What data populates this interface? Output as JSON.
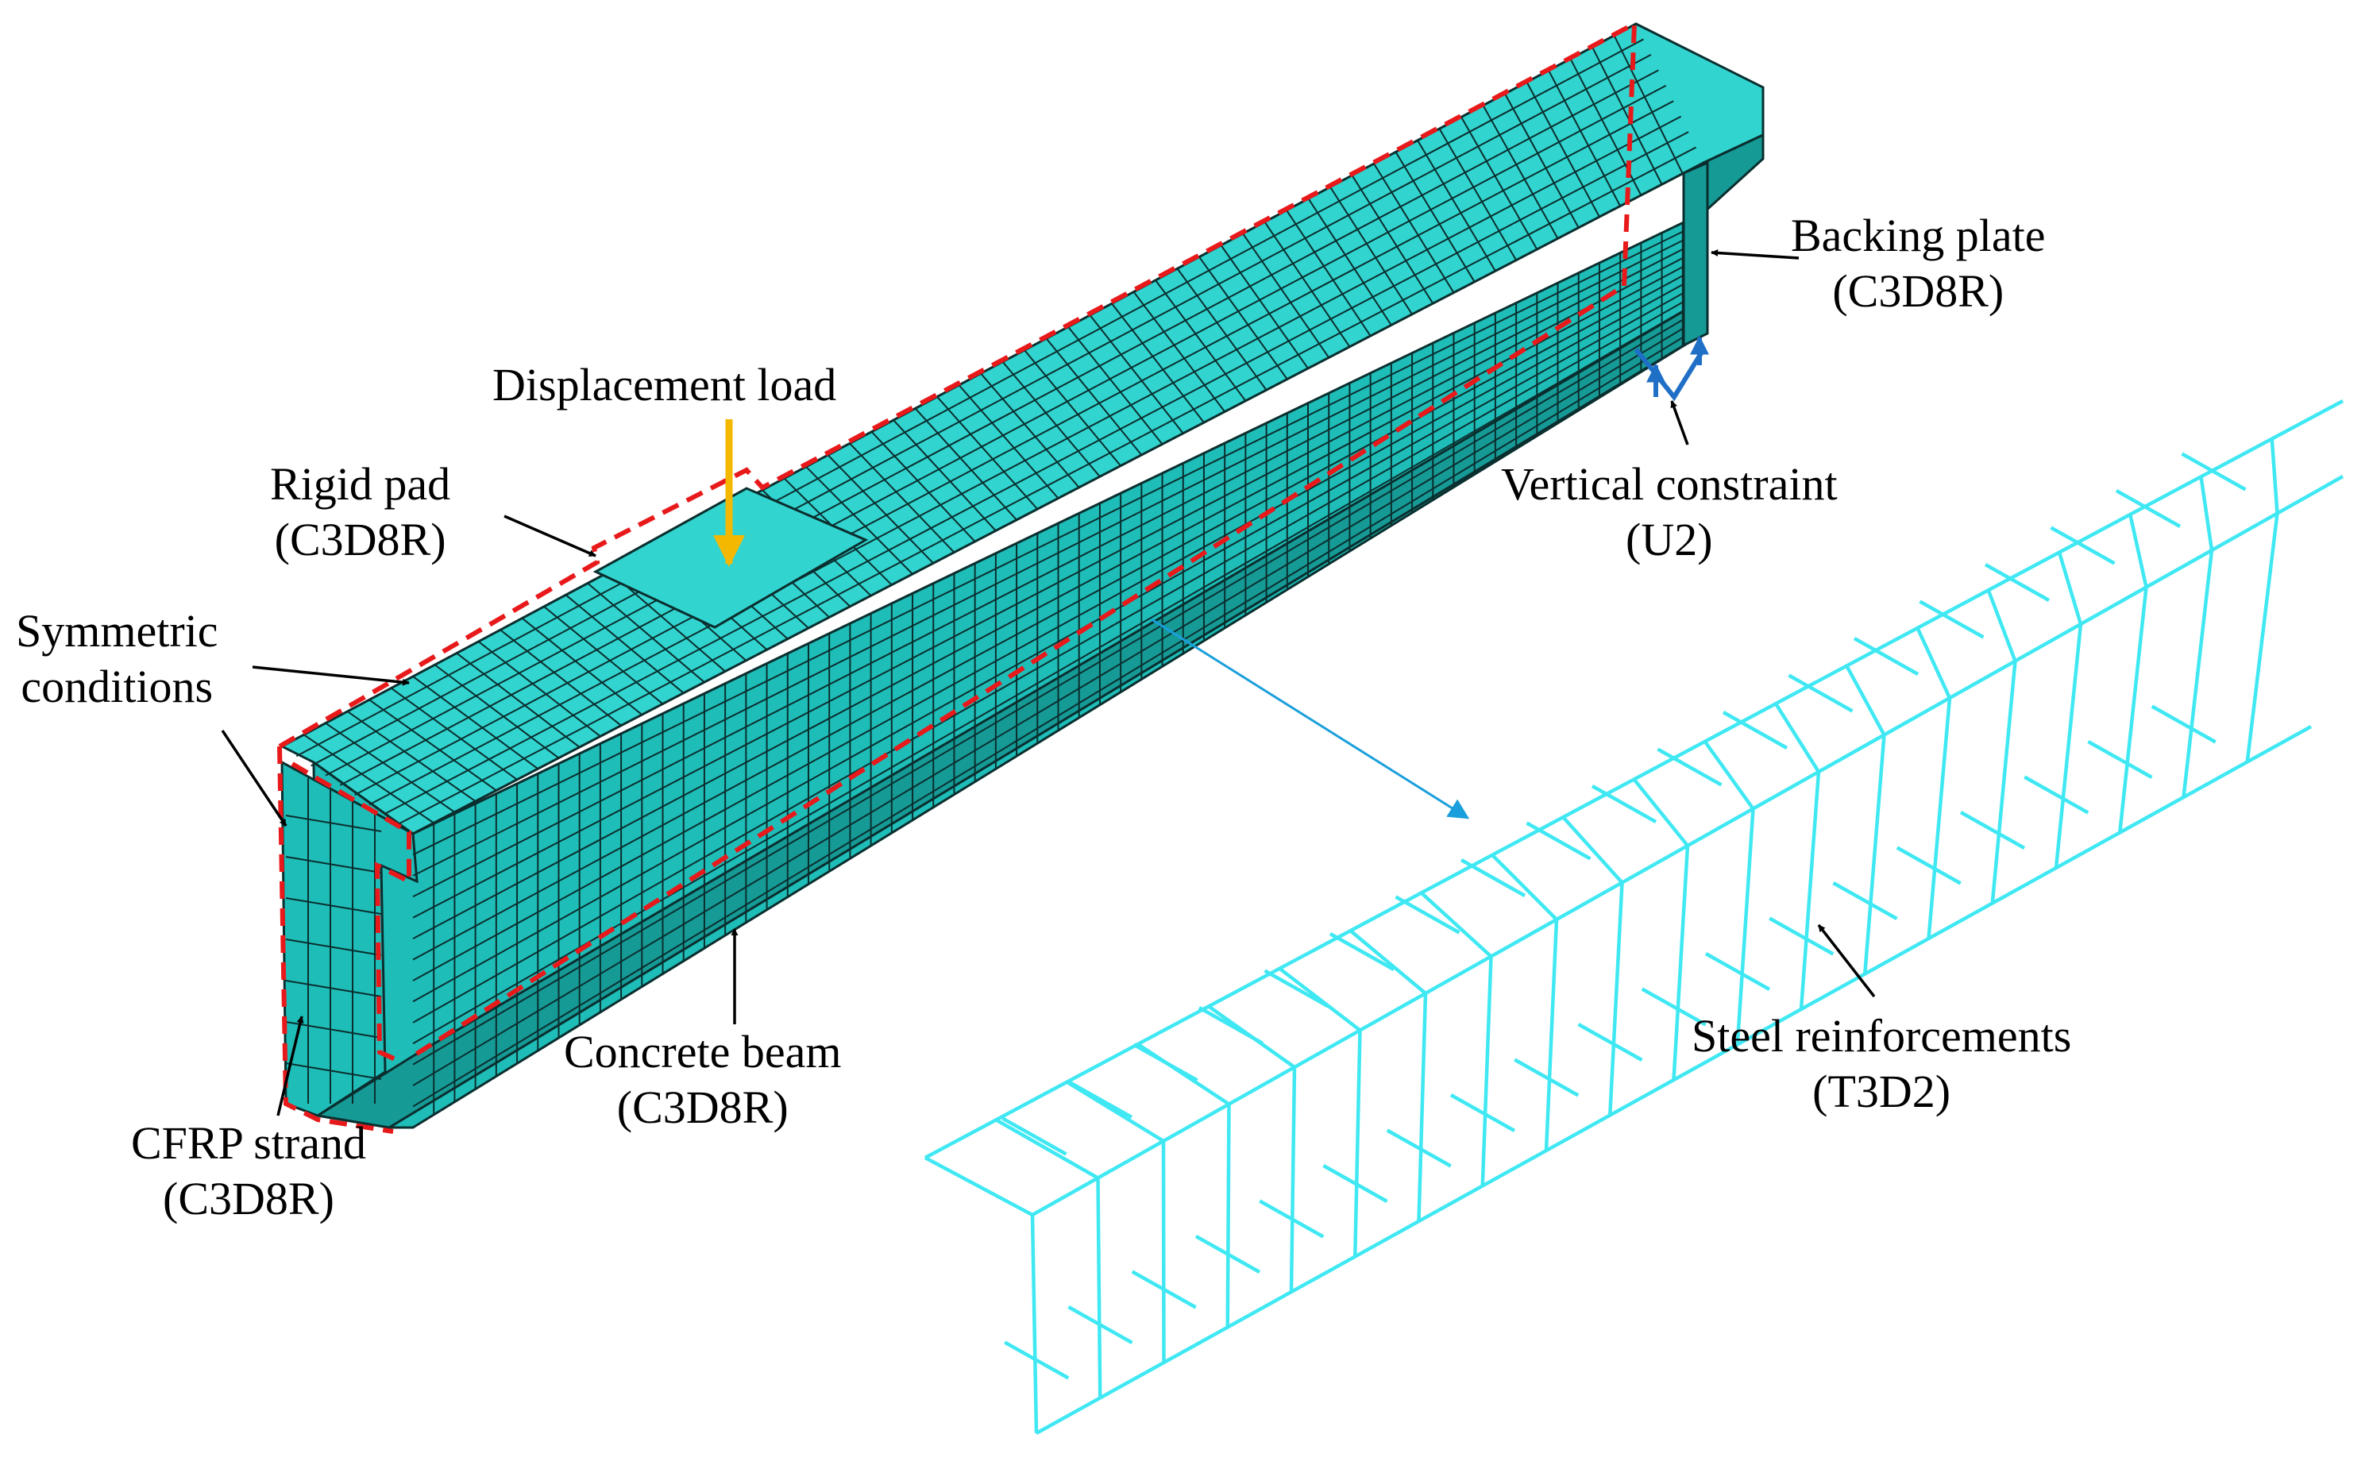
{
  "labels": {
    "displacement_load": "Displacement load",
    "rigid_pad": {
      "line1": "Rigid pad",
      "line2": "(C3D8R)"
    },
    "symmetric": {
      "line1": "Symmetric",
      "line2": "conditions"
    },
    "backing_plate": {
      "line1": "Backing plate",
      "line2": "(C3D8R)"
    },
    "vertical_constraint": {
      "line1": "Vertical constraint",
      "line2": "(U2)"
    },
    "concrete_beam": {
      "line1": "Concrete beam",
      "line2": "(C3D8R)"
    },
    "cfrp_strand": {
      "line1": "CFRP strand",
      "line2": "(C3D8R)"
    },
    "steel_reinforcements": {
      "line1": "Steel reinforcements",
      "line2": "(T3D2)"
    }
  },
  "colors": {
    "mesh_fill": "#1fbdb8",
    "mesh_top": "#32d4cf",
    "mesh_side": "#169a96",
    "mesh_line": "#0a2e2e",
    "dashed_boundary": "#e8191b",
    "load_arrow": "#f5b800",
    "constraint": "#1f6fc6",
    "rebar": "#3fe8f2",
    "pointer_arrow": "#1a9fdc",
    "label_arrow": "#000000"
  },
  "icons": {
    "load": "down-arrow-icon",
    "constraint": "roller-support-icon"
  }
}
